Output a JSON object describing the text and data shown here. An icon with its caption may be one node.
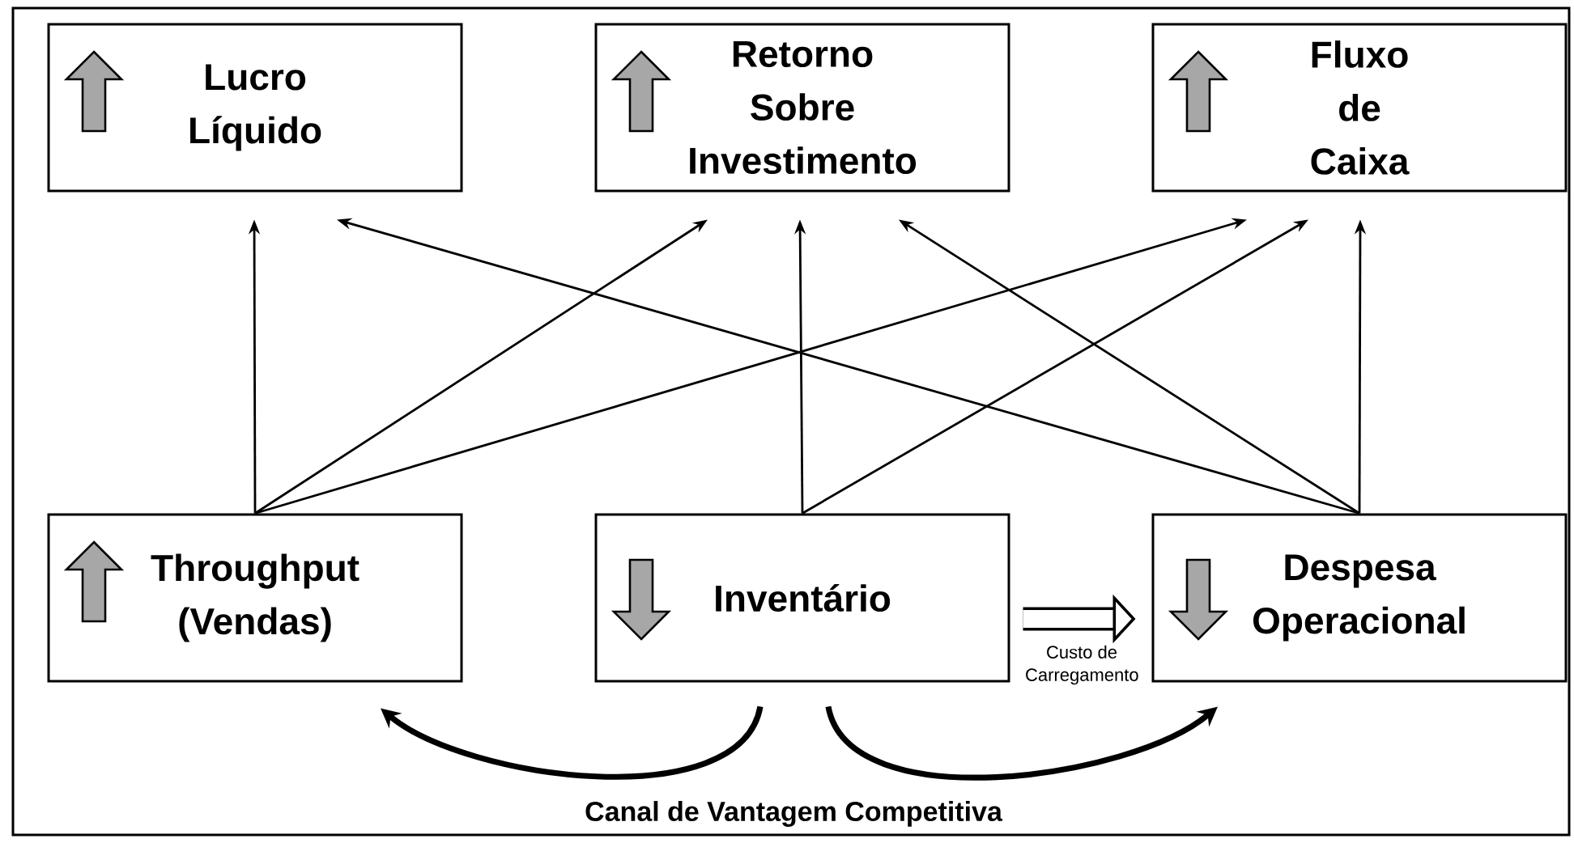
{
  "diagram": {
    "nodes": [
      {
        "text": [
          "Lucro Líquido"
        ]
      },
      {
        "text": [
          "Retorno Sobre Investimento"
        ]
      },
      {
        "text": [
          "Fluxo de Caixa"
        ]
      },
      {
        "text": [
          "Throughput (Vendas)"
        ]
      },
      {
        "text": [
          "Inventário"
        ]
      },
      {
        "text": [
          "Despesa Operacional"
        ]
      }
    ],
    "edges": [
      {
        "from": 3,
        "to": 0,
        "arrow": "to"
      },
      {
        "from": 3,
        "to": 1,
        "arrow": "to"
      },
      {
        "from": 3,
        "to": 2,
        "arrow": "to"
      },
      {
        "from": 4,
        "to": 1,
        "arrow": "to"
      },
      {
        "from": 4,
        "to": 2,
        "arrow": "to"
      },
      {
        "from": 5,
        "to": 0,
        "arrow": "to"
      },
      {
        "from": 5,
        "to": 1,
        "arrow": "to"
      },
      {
        "from": 5,
        "to": 2,
        "arrow": "to"
      },
      {
        "from": 4,
        "to": 5,
        "arrow": "to",
        "label": "Custo de Carregamento",
        "style": "thick"
      },
      {
        "from": 4,
        "to": 3,
        "arrow": "to",
        "style": "thick"
      },
      {
        "from": 4,
        "to": 5,
        "arrow": "to",
        "style": "thick"
      }
    ],
    "labels": [
      "Canal de Vantagem Competitiva"
    ]
  }
}
